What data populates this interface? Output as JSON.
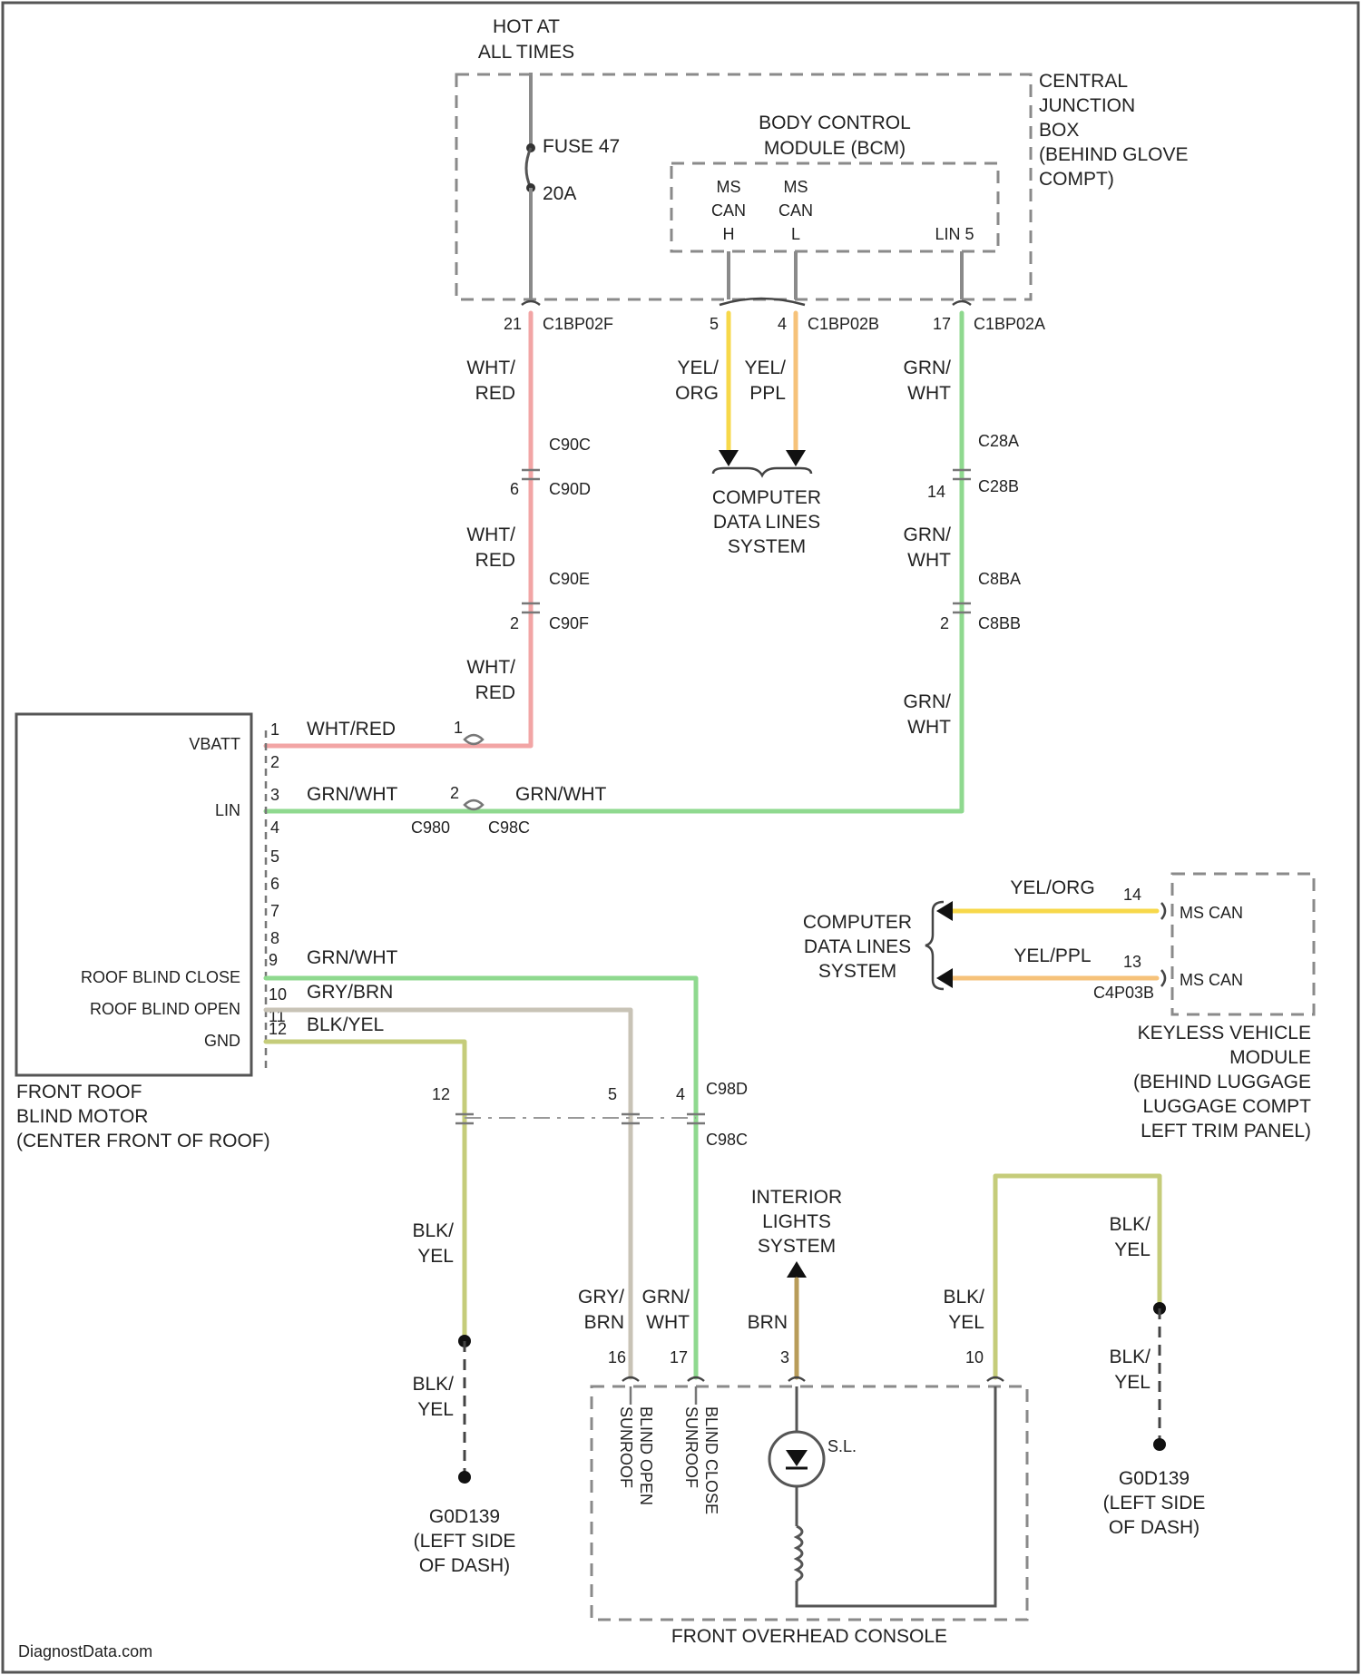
{
  "colors": {
    "wht_red": "#f2a5a5",
    "yel_org": "#f7d84a",
    "yel_ppl": "#f6c27a",
    "grn_wht": "#8fd98f",
    "gry_brn": "#c8c3b6",
    "blk_yel": "#c5cc7a",
    "brn": "#b89c5a",
    "feed": "#8a8a8a"
  },
  "power": {
    "hot_at_all_times": [
      "HOT AT",
      "ALL TIMES"
    ],
    "fuse": "FUSE 47",
    "fuse_rating": "20A"
  },
  "cjb": {
    "label": [
      "CENTRAL",
      "JUNCTION",
      "BOX",
      "(BEHIND GLOVE",
      "COMPT)"
    ],
    "bcm_label": [
      "BODY CONTROL",
      "MODULE (BCM)"
    ],
    "ms_can_h": [
      "MS",
      "CAN",
      "H"
    ],
    "ms_can_l": [
      "MS",
      "CAN",
      "L"
    ],
    "lin": "LIN 5",
    "c1_pin": "21",
    "c1_name": "C1BP02F",
    "c2_pin_a": "5",
    "c2_pin_b": "4",
    "c2_name": "C1BP02B",
    "c3_pin": "17",
    "c3_name": "C1BP02A"
  },
  "wires": {
    "wht_red": [
      "WHT/",
      "RED"
    ],
    "wht_red_inline": "WHT/RED",
    "yel_org": [
      "YEL/",
      "ORG"
    ],
    "yel_ppl": [
      "YEL/",
      "PPL"
    ],
    "grn_wht": [
      "GRN/",
      "WHT"
    ],
    "grn_wht_inline": "GRN/WHT",
    "gry_brn_inline": "GRY/BRN",
    "blk_yel_inline": "BLK/YEL",
    "gry_brn": [
      "GRY/",
      "BRN"
    ],
    "blk_yel": [
      "BLK/",
      "YEL"
    ],
    "brn": "BRN",
    "yel_org_inline": "YEL/ORG",
    "yel_ppl_inline": "YEL/PPL"
  },
  "connectors": {
    "c90c": "C90C",
    "c90d": "C90D",
    "c90e": "C90E",
    "c90f": "C90F",
    "c28a": "C28A",
    "c28b": "C28B",
    "c8ba": "C8BA",
    "c8bb": "C8BB",
    "pin6": "6",
    "pin14": "14",
    "pin2a": "2",
    "pin2b": "2",
    "c980": "C980",
    "c98c": "C98C",
    "pin_m1": "1",
    "pin_m2": "2",
    "c98d": "C98D",
    "c98c2": "C98C",
    "pin12": "12",
    "pin5": "5",
    "pin4": "4"
  },
  "data_lines": [
    "COMPUTER",
    "DATA LINES",
    "SYSTEM"
  ],
  "motor": {
    "label": [
      "FRONT ROOF",
      "BLIND MOTOR",
      "(CENTER FRONT OF ROOF)"
    ],
    "vbatt": "VBATT",
    "lin": "LIN",
    "close": "ROOF BLIND CLOSE",
    "open": "ROOF BLIND OPEN",
    "gnd": "GND",
    "pins": [
      "1",
      "2",
      "3",
      "4",
      "5",
      "6",
      "7",
      "8",
      "9",
      "10",
      "11",
      "12"
    ]
  },
  "kvm": {
    "label": [
      "KEYLESS VEHICLE",
      "MODULE",
      "(BEHIND LUGGAGE",
      "LUGGAGE COMPT",
      "LEFT TRIM PANEL)"
    ],
    "ms_can_h": "MS CAN",
    "ms_can_l": "MS CAN",
    "pin_h": "14",
    "pin_l": "13",
    "connector": "C4P03B"
  },
  "interior": [
    "INTERIOR",
    "LIGHTS",
    "SYSTEM"
  ],
  "overhead": {
    "label": "FRONT OVERHEAD CONSOLE",
    "pins": [
      "16",
      "17",
      "3",
      "10"
    ],
    "sw_open": [
      "SUNROOF",
      "BLIND OPEN"
    ],
    "sw_close": [
      "SUNROOF",
      "BLIND CLOSE"
    ],
    "lamp": "S.L."
  },
  "grounds": {
    "left": [
      "G0D139",
      "(LEFT SIDE",
      "OF DASH)"
    ],
    "right": [
      "G0D139",
      "(LEFT SIDE",
      "OF DASH)"
    ]
  },
  "footer": "DiagnostData.com"
}
